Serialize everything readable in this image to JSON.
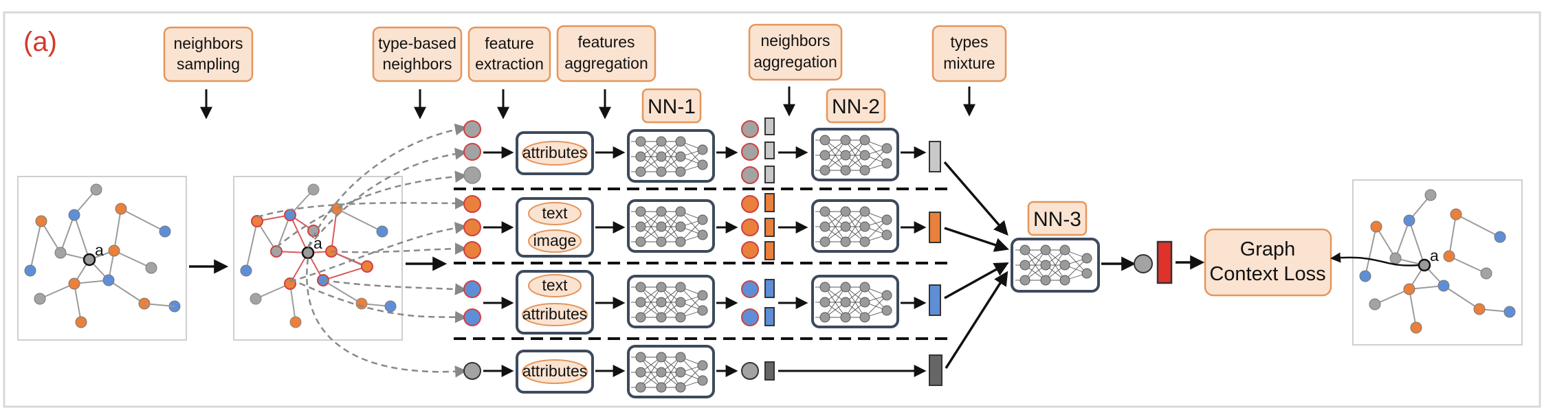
{
  "panel_label": "(a)",
  "stages": [
    {
      "id": "neighbors-sampling",
      "lines": [
        "neighbors",
        "sampling"
      ]
    },
    {
      "id": "type-based-neighbors",
      "lines": [
        "type-based",
        "neighbors"
      ]
    },
    {
      "id": "feature-extraction",
      "lines": [
        "feature",
        "extraction"
      ]
    },
    {
      "id": "features-aggregation",
      "lines": [
        "features",
        "aggregation"
      ]
    },
    {
      "id": "neighbors-aggregation",
      "lines": [
        "neighbors",
        "aggregation"
      ]
    },
    {
      "id": "types-mixture",
      "lines": [
        "types",
        "mixture"
      ]
    }
  ],
  "networks": {
    "nn1": "NN-1",
    "nn2": "NN-2",
    "nn3": "NN-3"
  },
  "features": {
    "attributes": "attributes",
    "text": "text",
    "image": "image"
  },
  "node_label": "a",
  "loss_label": [
    "Graph",
    "Context Loss"
  ],
  "colors": {
    "accent_box_fill": "#fbe3d1",
    "accent_box_border": "#e4955b",
    "orange_node": "#e9803b",
    "blue_node": "#5e8fd6",
    "gray_node": "#a3a3a3",
    "dark_embedding": "#666666",
    "output_embedding": "#e0322a",
    "panel_label": "#d23a2b"
  }
}
